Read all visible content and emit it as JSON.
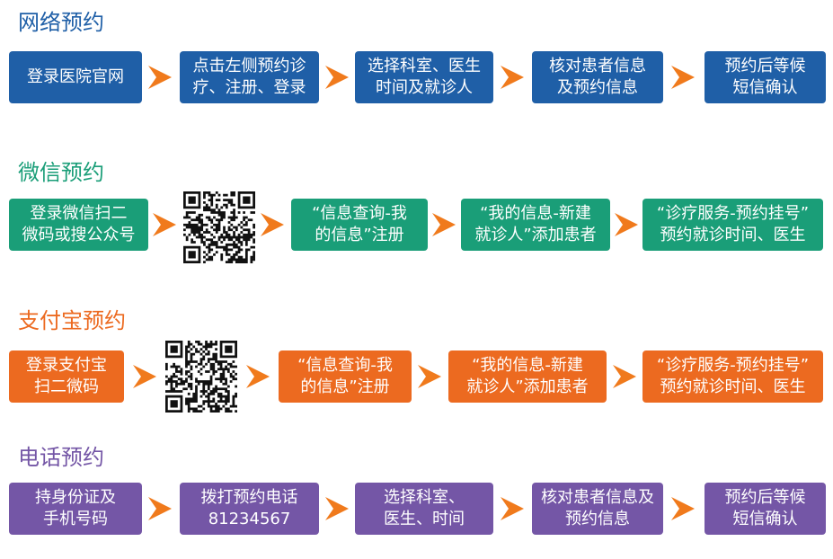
{
  "colors": {
    "blue": "#1f5fa7",
    "green": "#1a9e78",
    "orange": "#ec6a20",
    "purple": "#7456a6",
    "arrow": "#f07a1c"
  },
  "sections": [
    {
      "title": "网络预约",
      "steps": [
        [
          "登录医院官网"
        ],
        [
          "点击左侧预约诊",
          "疗、注册、登录"
        ],
        [
          "选择科室、医生",
          "时间及就诊人"
        ],
        [
          "核对患者信息",
          "及预约信息"
        ],
        [
          "预约后等候",
          "短信确认"
        ]
      ]
    },
    {
      "title": "微信预约",
      "steps": [
        [
          "登录微信扫二",
          "微码或搜公众号"
        ],
        [
          "“信息查询-我",
          "的信息”注册"
        ],
        [
          "“我的信息-新建",
          "就诊人”添加患者"
        ],
        [
          "“诊疗服务-预约挂号”",
          "预约就诊时间、医生"
        ]
      ]
    },
    {
      "title": "支付宝预约",
      "steps": [
        [
          "登录支付宝",
          "扫二微码"
        ],
        [
          "“信息查询-我",
          "的信息”注册"
        ],
        [
          "“我的信息-新建",
          "就诊人”添加患者"
        ],
        [
          "“诊疗服务-预约挂号”",
          "预约就诊时间、医生"
        ]
      ]
    },
    {
      "title": "电话预约",
      "steps": [
        [
          "持身份证及",
          "手机号码"
        ],
        [
          "拨打预约电话",
          "81234567"
        ],
        [
          "选择科室、",
          "医生、时间"
        ],
        [
          "核对患者信息及",
          "预约信息"
        ],
        [
          "预约后等候",
          "短信确认"
        ]
      ]
    }
  ]
}
